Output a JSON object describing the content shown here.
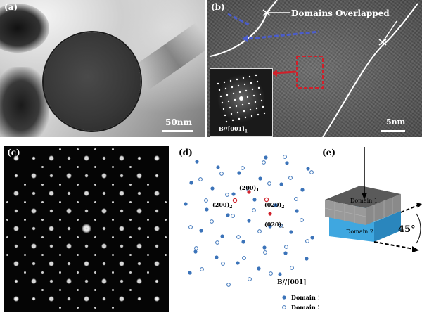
{
  "panels": {
    "a": {
      "label": "(a)",
      "scale": "50nm"
    },
    "b": {
      "label": "(b)",
      "annotation": "Domains Overlapped",
      "inset_label_main": "B//[001]",
      "inset_label_sub": "1",
      "scale": "5nm"
    },
    "c": {
      "label": "(c)"
    },
    "d": {
      "label": "(d)",
      "zone_axis": "B//[001]",
      "legend": [
        {
          "name": "Domain 1",
          "marker": "filled"
        },
        {
          "name": "Domain 2",
          "marker": "open"
        }
      ],
      "spot_labels": [
        {
          "main": "(200)",
          "sub": "1"
        },
        {
          "main": "(200)",
          "sub": "2"
        },
        {
          "main": "(020)",
          "sub": "2"
        },
        {
          "main": "(020)",
          "sub": "1"
        }
      ]
    },
    "e": {
      "label": "(e)",
      "top_block": "Domain 1",
      "bottom_block": "Domain 2",
      "angle": "45°"
    }
  },
  "colors": {
    "domain_fill": "#3b73b9",
    "highlight_red": "#d0202a",
    "fft_arrow_blue": "#4a5ccc",
    "block_top": "#8f8f8f",
    "block_bottom": "#3fa7e0"
  }
}
